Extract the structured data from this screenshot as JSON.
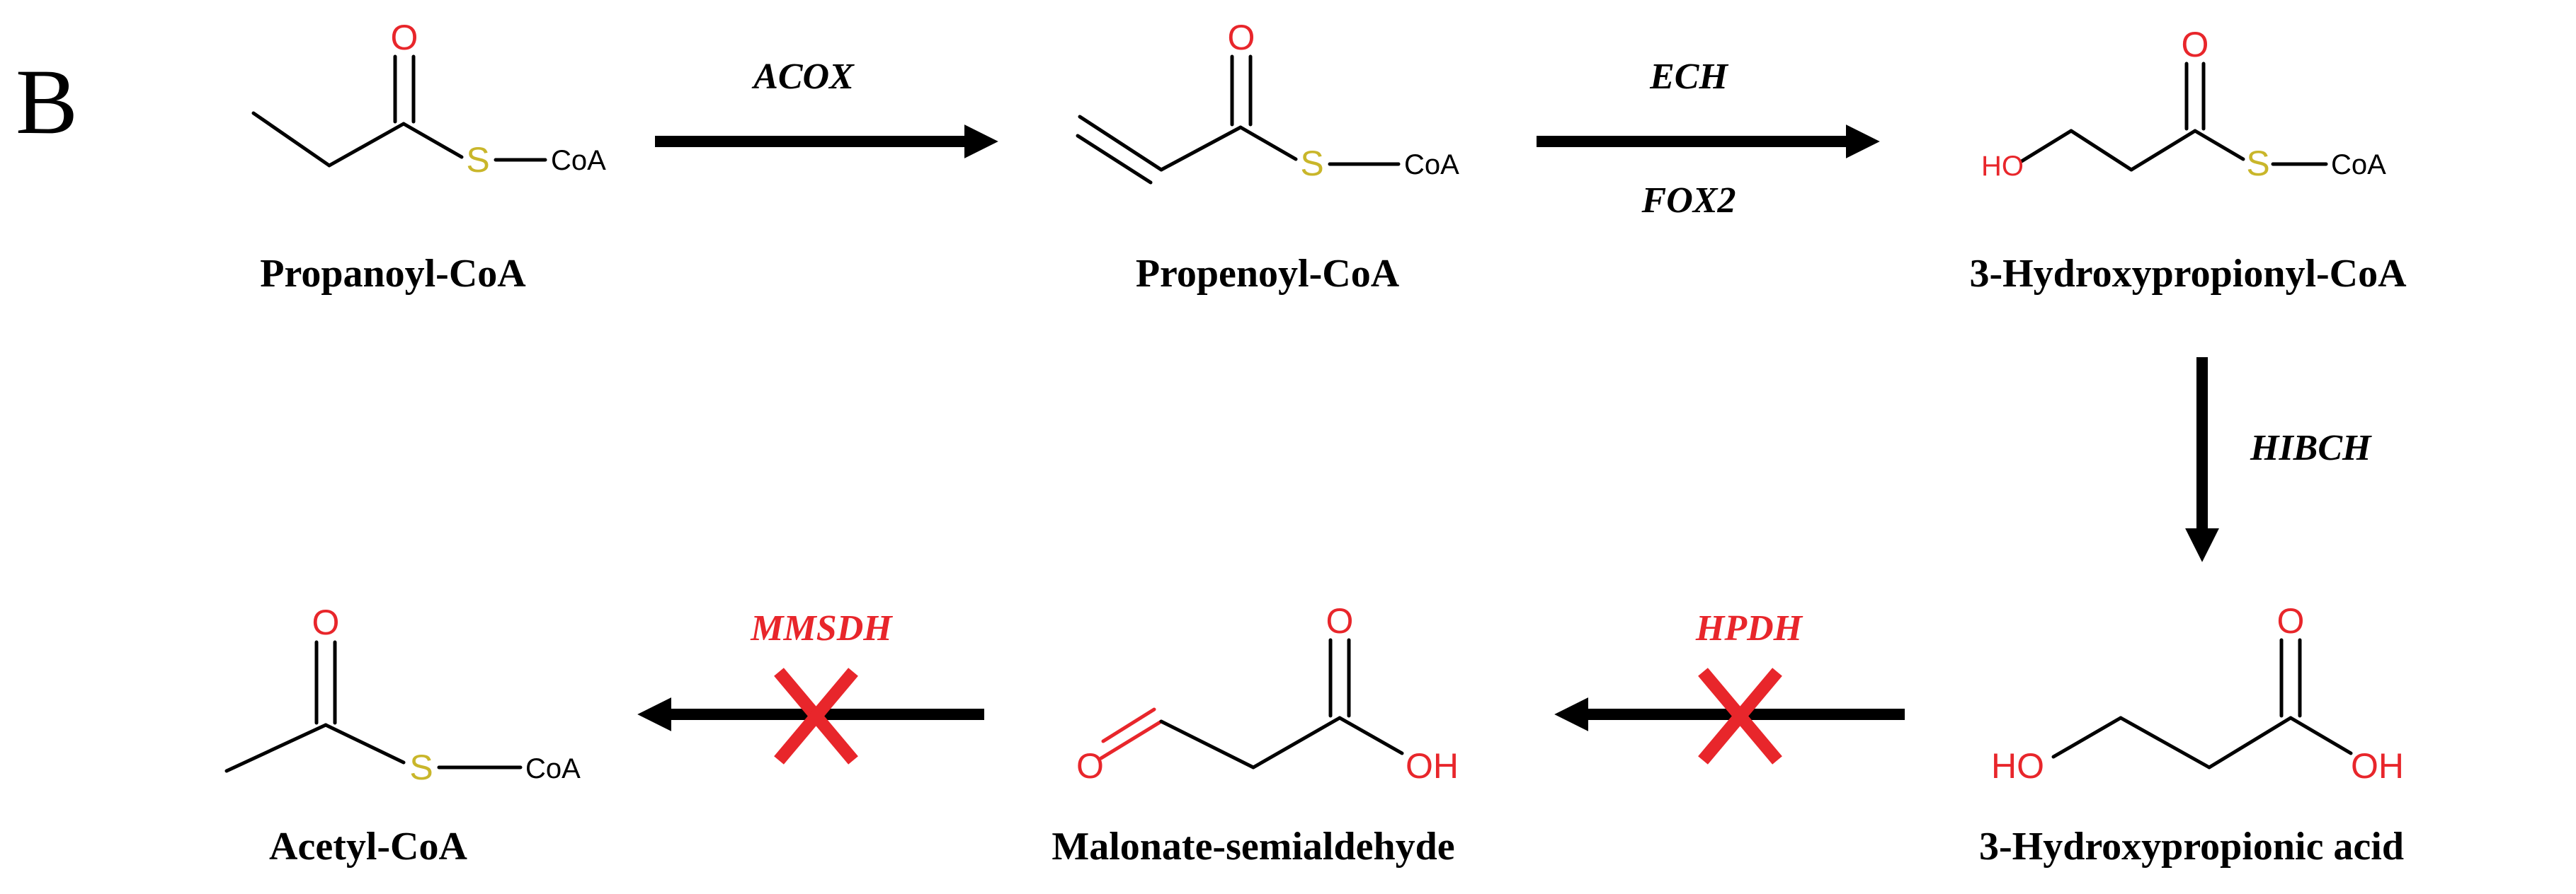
{
  "panel_label": "B",
  "colors": {
    "oxygen": "#e8262b",
    "sulfur": "#c9b62a",
    "carbon_bond": "#000000",
    "blocked": "#e8262b"
  },
  "compounds": {
    "propanoyl_coa": {
      "name": "Propanoyl-CoA",
      "atoms": {
        "O": "O",
        "S": "S",
        "CoA": "CoA"
      }
    },
    "propenoyl_coa": {
      "name": "Propenoyl-CoA",
      "atoms": {
        "O": "O",
        "S": "S",
        "CoA": "CoA"
      }
    },
    "hydroxypropionyl_coa": {
      "name": "3-Hydroxypropionyl-CoA",
      "atoms": {
        "HO": "HO",
        "O": "O",
        "S": "S",
        "CoA": "CoA"
      }
    },
    "hydroxypropionic_acid": {
      "name": "3-Hydroxypropionic acid",
      "atoms": {
        "HO": "HO",
        "O": "O",
        "OH": "OH"
      }
    },
    "malonate_semialdehyde": {
      "name": "Malonate-semialdehyde",
      "atoms": {
        "O_ald": "O",
        "O": "O",
        "OH": "OH"
      }
    },
    "acetyl_coa": {
      "name": "Acetyl-CoA",
      "atoms": {
        "O": "O",
        "S": "S",
        "CoA": "CoA"
      }
    }
  },
  "reactions": [
    {
      "id": "r1",
      "enzymes": [
        "ACOX"
      ],
      "blocked": false
    },
    {
      "id": "r2",
      "enzymes": [
        "ECH",
        "FOX2"
      ],
      "blocked": false
    },
    {
      "id": "r3",
      "enzymes": [
        "HIBCH"
      ],
      "blocked": false
    },
    {
      "id": "r4",
      "enzymes": [
        "HPDH"
      ],
      "blocked": true
    },
    {
      "id": "r5",
      "enzymes": [
        "MMSDH"
      ],
      "blocked": true
    }
  ]
}
